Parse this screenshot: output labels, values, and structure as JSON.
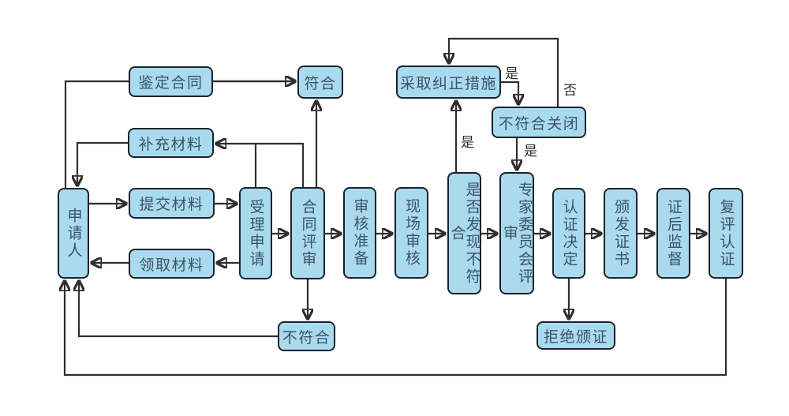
{
  "diagram": {
    "title": "certification-process-flowchart",
    "colors": {
      "background": "#ffffff",
      "node_fill": "#a9daee",
      "node_border": "#1a232e",
      "connector": "#2e2e2e",
      "node_text": "#3e5266"
    },
    "nodes": {
      "applicant": {
        "label": "申请人"
      },
      "identify_contract": {
        "label": "鉴定合同"
      },
      "conform": {
        "label": "符合"
      },
      "supplement_materials": {
        "label": "补充材料"
      },
      "submit_materials": {
        "label": "提交材料"
      },
      "receive_materials": {
        "label": "领取材料"
      },
      "accept_application": {
        "label": "受理申请"
      },
      "contract_review": {
        "label": "合同评审"
      },
      "audit_preparation": {
        "label": "审核准备"
      },
      "onsite_audit": {
        "label": "现场审核"
      },
      "nonconformity_found": {
        "label": "是否发现不符合"
      },
      "expert_committee": {
        "label": "专家委员会评审"
      },
      "certification_decision": {
        "label": "认证决定"
      },
      "issue_certificate": {
        "label": "颁发证书"
      },
      "post_cert_supervision": {
        "label": "证后监督"
      },
      "reevaluation": {
        "label": "复评认证"
      },
      "corrective_action": {
        "label": "采取纠正措施"
      },
      "nonconformity_closed": {
        "label": "不符合关闭"
      },
      "nonconform": {
        "label": "不符合"
      },
      "refuse_certificate": {
        "label": "拒绝颁证"
      }
    },
    "edge_labels": {
      "found_yes": "是",
      "corrective_yes": "是",
      "closed_yes": "是",
      "closed_no": "否"
    }
  }
}
